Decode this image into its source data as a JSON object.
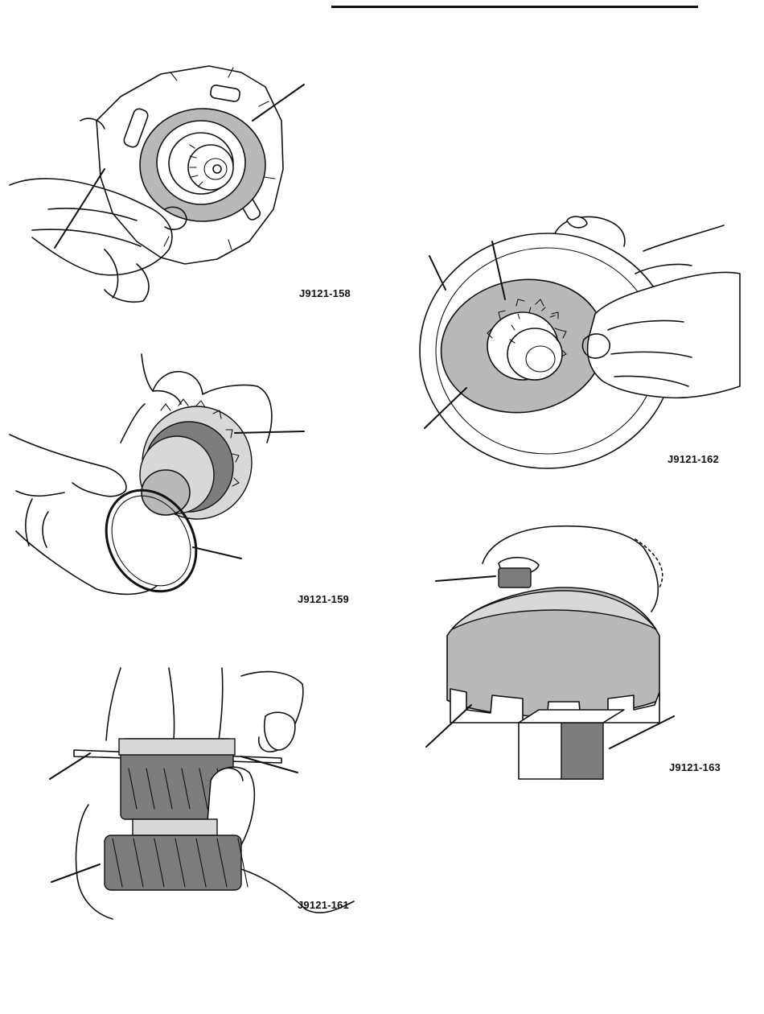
{
  "figures": [
    {
      "id": "fig-158",
      "caption": "J9121-158"
    },
    {
      "id": "fig-159",
      "caption": "J9121-159"
    },
    {
      "id": "fig-161",
      "caption": "J9121-161"
    },
    {
      "id": "fig-162",
      "caption": "J9121-162"
    },
    {
      "id": "fig-163",
      "caption": "J9121-163"
    }
  ]
}
